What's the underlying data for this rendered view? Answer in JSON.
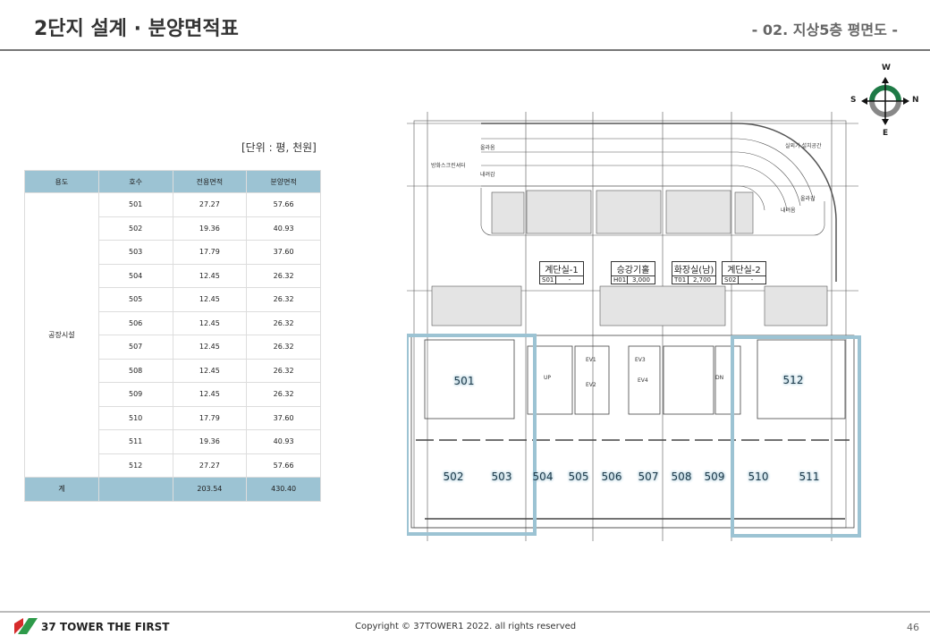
{
  "header": {
    "title": "2단지 설계 · 분양면적표",
    "subtitle": "- 02. 지상5층 평면도 -"
  },
  "unit_note": "[단위 : 평, 천원]",
  "table": {
    "headers": [
      "용도",
      "호수",
      "전용면적",
      "분양면적"
    ],
    "category": "공장시설",
    "rows": [
      [
        "501",
        "27.27",
        "57.66"
      ],
      [
        "502",
        "19.36",
        "40.93"
      ],
      [
        "503",
        "17.79",
        "37.60"
      ],
      [
        "504",
        "12.45",
        "26.32"
      ],
      [
        "505",
        "12.45",
        "26.32"
      ],
      [
        "506",
        "12.45",
        "26.32"
      ],
      [
        "507",
        "12.45",
        "26.32"
      ],
      [
        "508",
        "12.45",
        "26.32"
      ],
      [
        "509",
        "12.45",
        "26.32"
      ],
      [
        "510",
        "17.79",
        "37.60"
      ],
      [
        "511",
        "19.36",
        "40.93"
      ],
      [
        "512",
        "27.27",
        "57.66"
      ]
    ],
    "total": {
      "label": "계",
      "blank": "",
      "exclusive": "203.54",
      "sale": "430.40"
    }
  },
  "compass": {
    "w": "W",
    "s": "S",
    "n": "N",
    "e": "E"
  },
  "plan": {
    "notes": {
      "shutter": "방화스크린셔터",
      "up1": "올라옴",
      "down1": "내려감",
      "outdoor": "실외기 설치공간",
      "up2": "올라감",
      "down2": "내려옴",
      "ev1": "EV1",
      "ev2": "EV2",
      "ev3": "EV3",
      "ev4": "EV4",
      "upst": "UP",
      "dnst": "DN"
    },
    "tags": [
      {
        "name": "계단실-1",
        "code": "S01",
        "value": "-"
      },
      {
        "name": "승강기홀",
        "code": "H01",
        "value": "3,000"
      },
      {
        "name": "화장실(남)",
        "code": "T01",
        "value": "2,700"
      },
      {
        "name": "계단실-2",
        "code": "S02",
        "value": "-"
      }
    ],
    "units": [
      "501",
      "502",
      "503",
      "504",
      "505",
      "506",
      "507",
      "508",
      "509",
      "510",
      "511",
      "512"
    ]
  },
  "footer": {
    "brand": "37 TOWER THE FIRST",
    "copyright": "Copyright © 37TOWER1 2022. all rights reserved",
    "page": "46"
  }
}
